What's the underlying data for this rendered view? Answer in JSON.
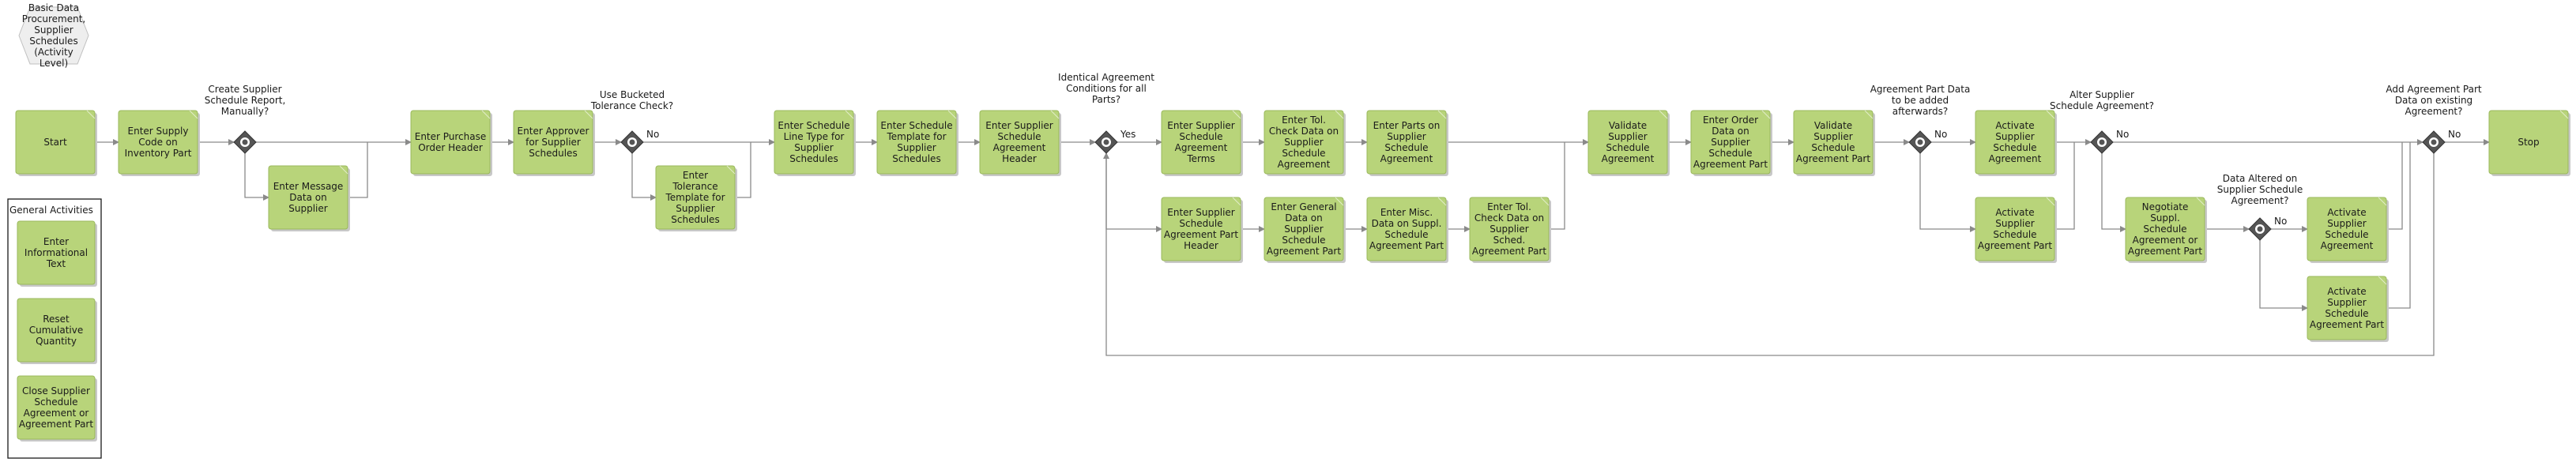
{
  "title": "Basic Data Procurement, Supplier Schedules (Activity Level)",
  "colors": {
    "box_fill": "#b8d47a",
    "box_stroke": "#9ab85c",
    "line": "#8a8a8a",
    "gateway_fill": "#555555"
  },
  "nodes": {
    "start": "Start",
    "supply_code": "Enter Supply Code on Inventory Part",
    "message_data": "Enter Message Data on Supplier",
    "purchase_header": "Enter Purchase Order Header",
    "approver": "Enter Approver for Supplier Schedules",
    "tolerance_template": "Enter Tolerance Template for Supplier Schedules",
    "line_type": "Enter Schedule Line Type for Supplier Schedules",
    "schedule_template": "Enter Schedule Template for Supplier Schedules",
    "agreement_header": "Enter Supplier Schedule Agreement Header",
    "agreement_terms": "Enter Supplier Schedule Agreement Terms",
    "tol_check": "Enter Tol. Check Data on Supplier Schedule Agreement",
    "parts": "Enter Parts on Supplier Schedule Agreement",
    "part_header": "Enter Supplier Schedule Agreement Part Header",
    "general_data": "Enter General Data on Supplier Schedule Agreement Part",
    "misc_data": "Enter Misc. Data on Suppl. Schedule Agreement Part",
    "tol_check_part": "Enter Tol. Check Data on Supplier Sched. Agreement Part",
    "validate_agreement": "Validate Supplier Schedule Agreement",
    "order_data": "Enter Order Data on Supplier Schedule Agreement Part",
    "validate_part": "Validate Supplier Schedule Agreement Part",
    "activate_agreement": "Activate Supplier Schedule Agreement",
    "activate_part": "Activate Supplier Schedule Agreement Part",
    "negotiate": "Negotiate Suppl. Schedule Agreement or Agreement Part",
    "activate_agreement_2": "Activate Supplier Schedule Agreement",
    "activate_part_2": "Activate Supplier Schedule Agreement Part",
    "stop": "Stop"
  },
  "gateways": {
    "g1": "Create Supplier Schedule Report, Manually?",
    "g2": "Use Bucketed Tolerance Check?",
    "g3": "Identical Agreement Conditions for all Parts?",
    "g4": "Agreement Part Data to be added afterwards?",
    "g5": "Alter Supplier Schedule Agreement?",
    "g6": "Data Altered on Supplier Schedule Agreement?",
    "g7": "Add Agreement Part Data on existing Agreement?"
  },
  "edge_labels": {
    "no": "No",
    "yes": "Yes"
  },
  "general": {
    "title": "General Activities",
    "items": [
      "Enter Informational Text",
      "Reset Cumulative Quantity",
      "Close Supplier Schedule Agreement or Agreement Part"
    ]
  }
}
